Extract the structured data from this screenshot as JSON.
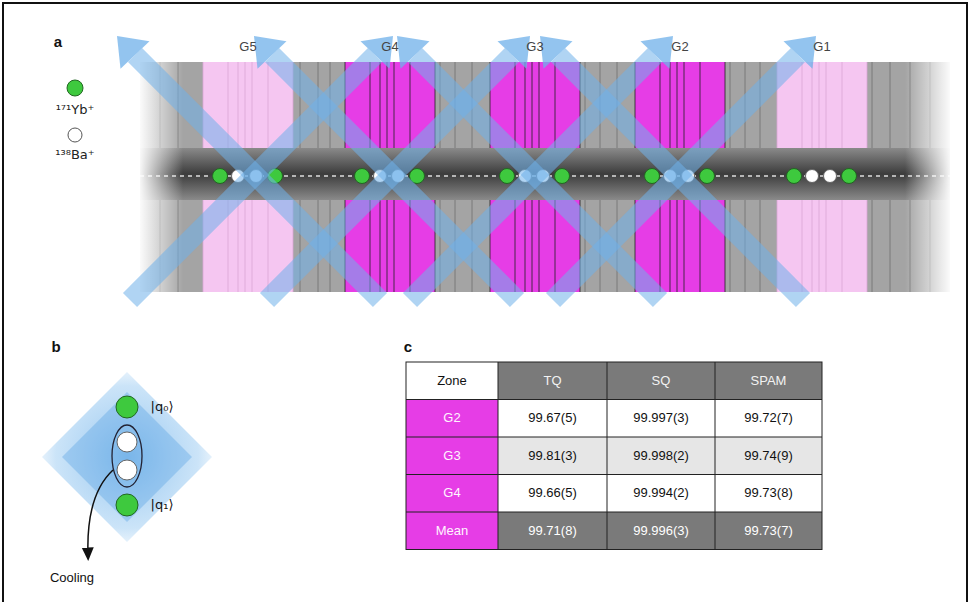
{
  "diagram": {
    "labels": [
      "a",
      "¹⁷¹Yb⁺",
      "¹³⁸Ba⁺",
      "G5",
      "G4",
      "G3",
      "G2",
      "G1",
      "b",
      "|q₀⟩",
      "|q₁⟩",
      "Cooling",
      "c",
      "Zone",
      "TQ",
      "SQ",
      "SPAM",
      "G2",
      "99.67(5)",
      "99.997(3)",
      "99.72(7)",
      "G3",
      "99.81(3)",
      "99.998(2)",
      "99.74(9)",
      "G4",
      "99.66(5)",
      "99.994(2)",
      "99.73(8)",
      "Mean",
      "99.71(8)",
      "99.996(3)",
      "99.73(7)"
    ]
  }
}
